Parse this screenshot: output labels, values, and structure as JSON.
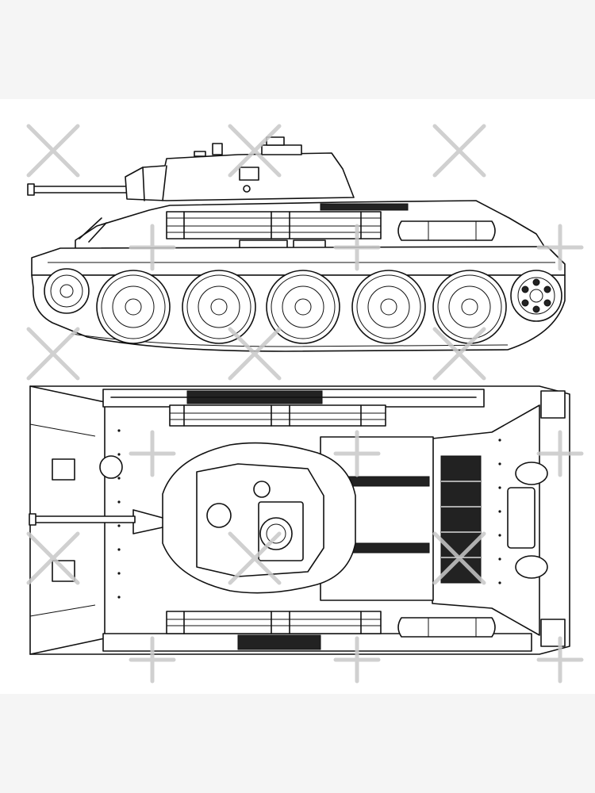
{
  "image": {
    "subject": "tank-blueprint",
    "views": [
      "side-view",
      "top-view"
    ],
    "colors": {
      "page_band": "#f5f5f5",
      "canvas": "#ffffff",
      "ink": "#111111",
      "watermark": "#c8c8c8"
    },
    "road_wheel_count": 5
  }
}
